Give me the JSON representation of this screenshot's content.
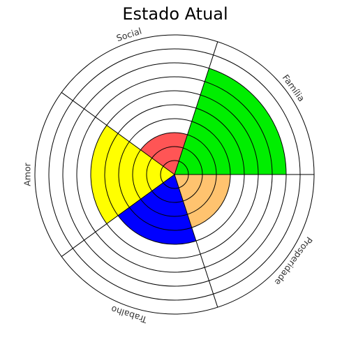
{
  "chart_data": {
    "type": "polar-area",
    "title": "Estado Atual",
    "rlim": [
      0,
      10
    ],
    "ring_count": 10,
    "grid": true,
    "legend": "none",
    "categories": [
      "Família",
      "Social",
      "Amor",
      "Trabalho",
      "Prosperidade"
    ],
    "values": [
      8,
      3,
      6,
      5,
      4
    ],
    "colors": [
      "#00ee00",
      "#ff5555",
      "#ffff00",
      "#0000ff",
      "#ffc36f"
    ],
    "start_angle_deg": 0,
    "direction": "counterclockwise"
  }
}
